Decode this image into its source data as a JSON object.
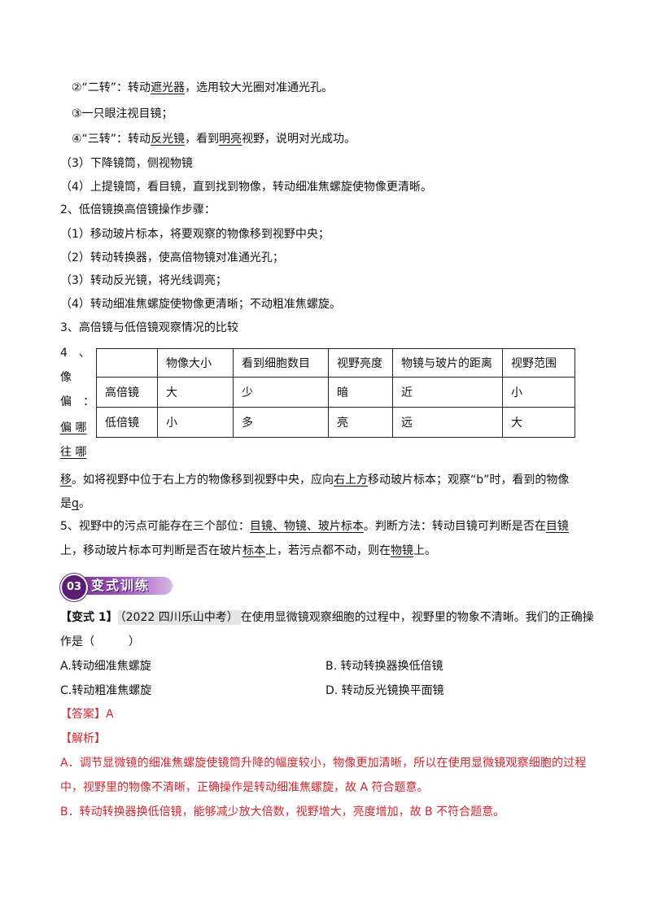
{
  "lines": {
    "l1": {
      "a": "②“二转”：转动",
      "b": "遮光器",
      "c": "，选用较大光圈对准通光孔。"
    },
    "l2": "③一只眼注视目镜；",
    "l3": {
      "a": "④“三转”：转动",
      "b": "反光镜",
      "c": "，看到",
      "d": "明亮",
      "e": "视野，说明对光成功。"
    },
    "l4": "（3）下降镜筒，侧视物镜",
    "l5": "（4）上提镜筒，看目镜，直到找到物像，转动细准焦螺旋使物像更清晰。",
    "l6": "2、低倍镜换高倍镜操作步骤：",
    "l7": "（1）移动玻片标本，将要观察的物像移到视野中央；",
    "l8": "（2）转动转换器，使高倍物镜对准通光孔；",
    "l9": "（3）转动反光镜，将光线调亮；",
    "l10": "（4）转动细准焦螺旋使物像更清晰；不动粗准焦螺旋。",
    "l11": "3、高倍镜与低倍镜观察情况的比较"
  },
  "side": {
    "s1": "4　、",
    "s2": "像",
    "s3": "偏　：",
    "s4": "偏 哪",
    "s5": "往 哪"
  },
  "table": {
    "headers": [
      "",
      "物像大小",
      "看到细胞数目",
      "视野亮度",
      "物镜与玻片的距离",
      "视野范围"
    ],
    "rows": [
      [
        "高倍镜",
        "大",
        "少",
        "暗",
        "近",
        "小"
      ],
      [
        "低倍镜",
        "小",
        "多",
        "亮",
        "远",
        "大"
      ]
    ]
  },
  "after_table": {
    "a": "移",
    "b": "。如将视野中位于右上方的物像移到视野中央，应向",
    "c": "右上方",
    "d": "移动玻片标本；观察“b”时，看到的物像",
    "e": "是",
    "f": "q",
    "g": "。"
  },
  "point5": {
    "a": "5、视野中的污点可能存在三个部位：",
    "b": "目镜、物镜、玻片标本",
    "c": "。判断方法：转动目镜可判断是否在",
    "d": "目镜",
    "e": "上，移动玻片标本可判断是否在玻片",
    "f": "标本",
    "g": "上，若污点都不动，则在",
    "h": "物镜",
    "i": "上。"
  },
  "banner": {
    "badge": "03",
    "title": "变式训练",
    "accent_color": "#6f2a8a"
  },
  "question": {
    "label": "【变式 1】",
    "source": "（2022 四川乐山中考）",
    "stem": "在使用显微镜观察细胞的过程中，视野里的物象不清晰。我们的正确操",
    "stem2": "作是（　　　）",
    "options": {
      "A": "A.转动细准焦螺旋",
      "B": "B.  转动转换器换低倍镜",
      "C": "C.转动粗准焦螺旋",
      "D": "D.  转动反光镜换平面镜"
    }
  },
  "answer": {
    "label": "【答案】A",
    "analysis_label": "【解析】",
    "a_line1": "A．调节显微镜的细准焦螺旋使镜筒升降的幅度较小，物像更加清晰，所以在使用显微镜观察细胞的过程",
    "a_line2": "中，视野里的物像不清晰，正确操作是转动细准焦螺旋，故 A 符合题意。",
    "b_line": "B．转动转换器换低倍镜，能够减少放大倍数，视野增大，亮度增加，故 B 不符合题意。",
    "color": "#d9232d"
  }
}
